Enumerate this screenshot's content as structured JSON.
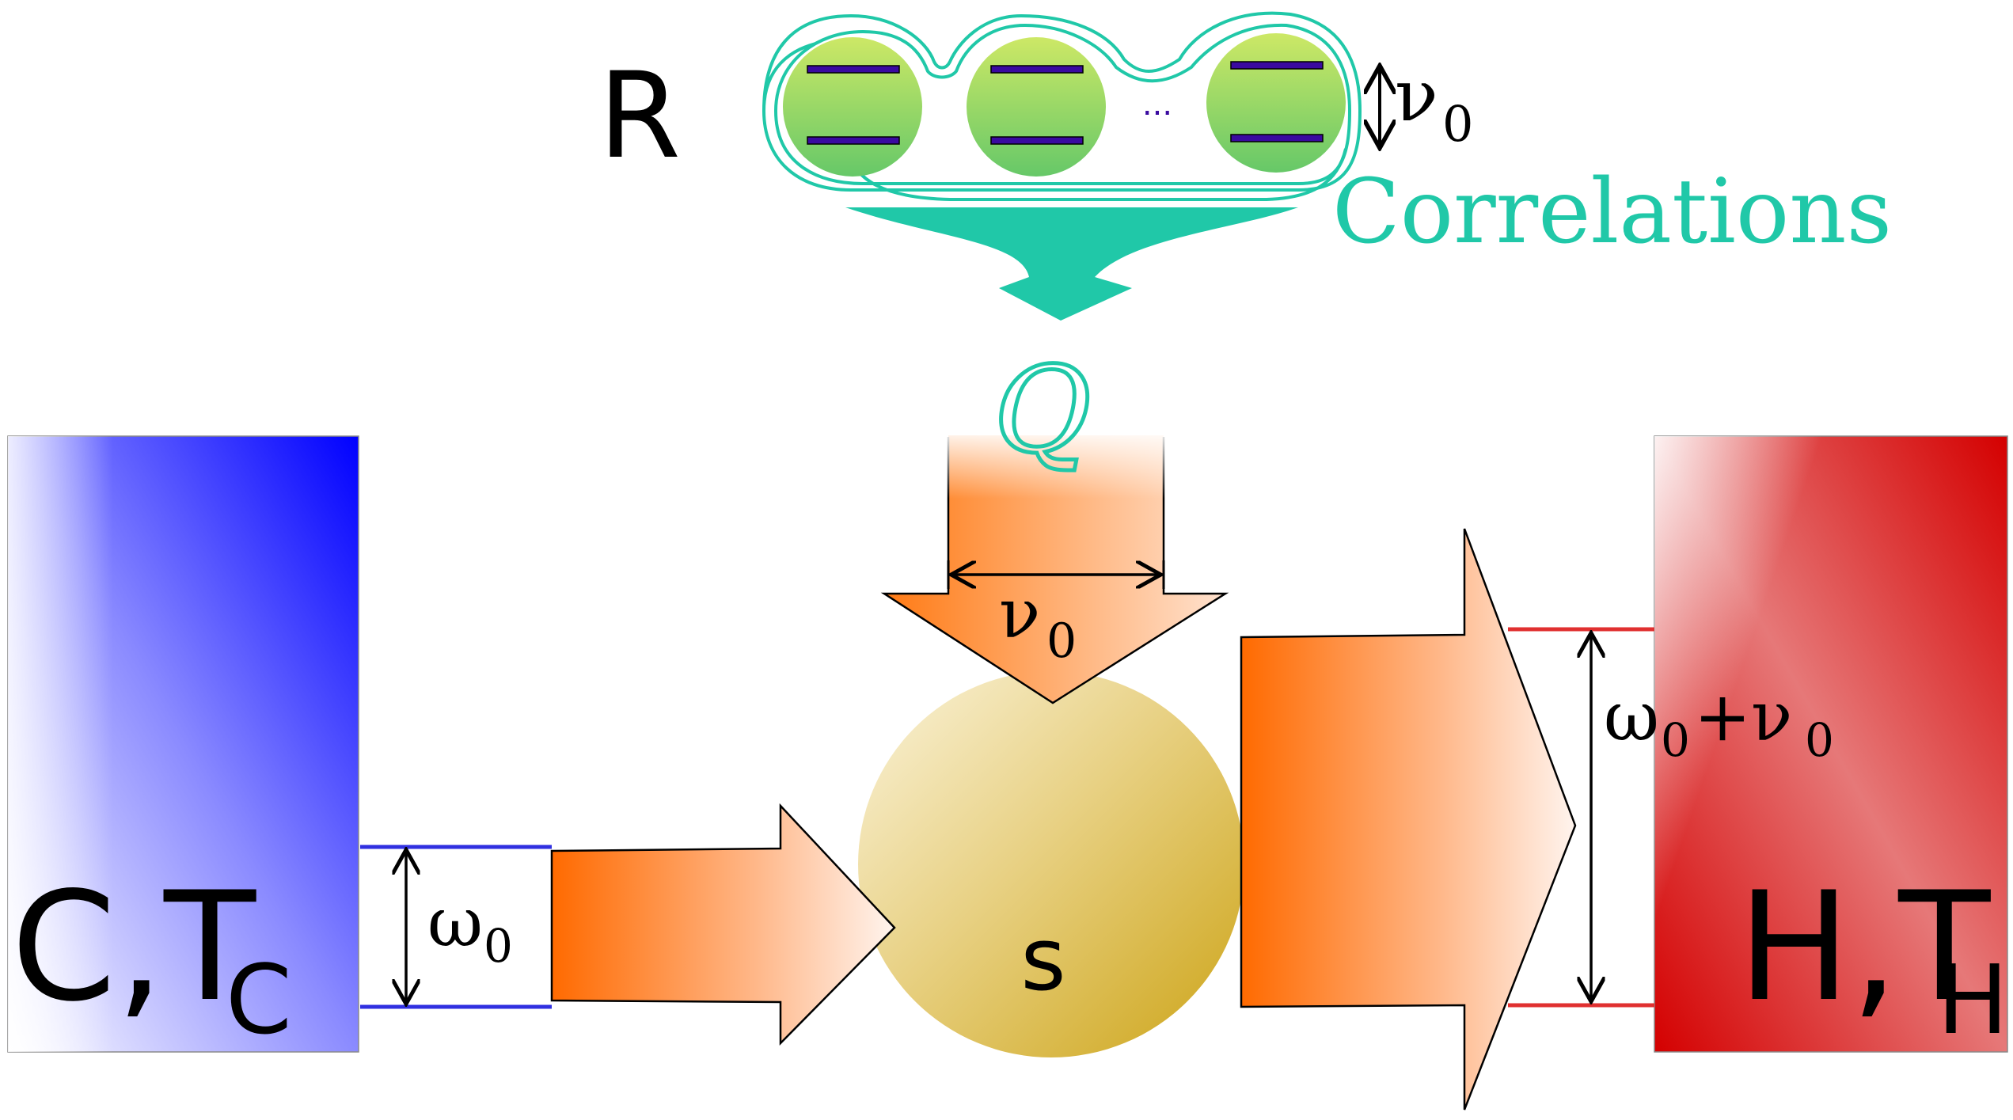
{
  "labels": {
    "reservoir": "R",
    "correlations": "Correlations",
    "heat": "Q",
    "system": "s",
    "cold_bath": "C,T",
    "cold_sub": "C",
    "hot_bath": "H,T",
    "hot_sub": "H",
    "nu0_reservoir": "ν",
    "nu0_reservoir_sub": "0",
    "nu0_arrow": "ν",
    "nu0_arrow_sub": "0",
    "omega0": "ω",
    "omega0_sub": "0",
    "omega_hot_w": "ω",
    "omega_hot_sub1": "0",
    "omega_hot_plus": "+ν",
    "omega_hot_sub2": "0",
    "ellipsis": "..."
  },
  "colors": {
    "cold": "#0000ff",
    "hot": "#d40000",
    "teal": "#20c8a8",
    "orange": "#ff6a00",
    "system": "#d8b830",
    "qubit": "#a8dc60",
    "level": "#3a0aa0"
  },
  "icons": {
    "qubit": "two-level-qubit-icon",
    "arrow": "double-headed-arrow-icon"
  }
}
